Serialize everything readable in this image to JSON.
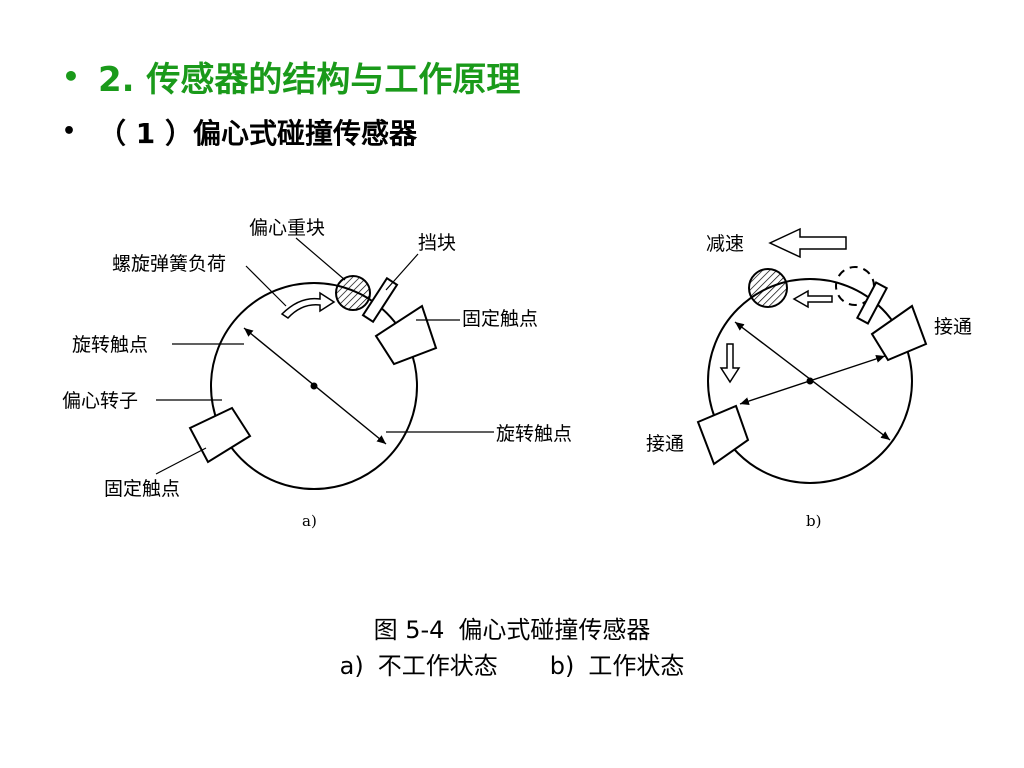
{
  "heading": {
    "bullet": "•",
    "title": "2. 传感器的结构与工作原理"
  },
  "subheading": {
    "bullet": "•",
    "title": "（ 1 ）偏心式碰撞传感器"
  },
  "figure_a": {
    "label_eccentric_weight": "偏心重块",
    "label_stopper": "挡块",
    "label_spiral_spring": "螺旋弹簧负荷",
    "label_fixed_contact_top": "固定触点",
    "label_rotating_contact_left": "旋转触点",
    "label_eccentric_rotor": "偏心转子",
    "label_rotating_contact_right": "旋转触点",
    "label_fixed_contact_bottom": "固定触点",
    "sub_label": "a)"
  },
  "figure_b": {
    "label_decelerate": "减速",
    "label_connect_right": "接通",
    "label_connect_left": "接通",
    "sub_label": "b)"
  },
  "caption": {
    "line1_fig": "图 5-4",
    "line1_title": "偏心式碰撞传感器",
    "line2_a_key": "a)",
    "line2_a_text": "不工作状态",
    "line2_b_key": "b)",
    "line2_b_text": "工作状态"
  }
}
